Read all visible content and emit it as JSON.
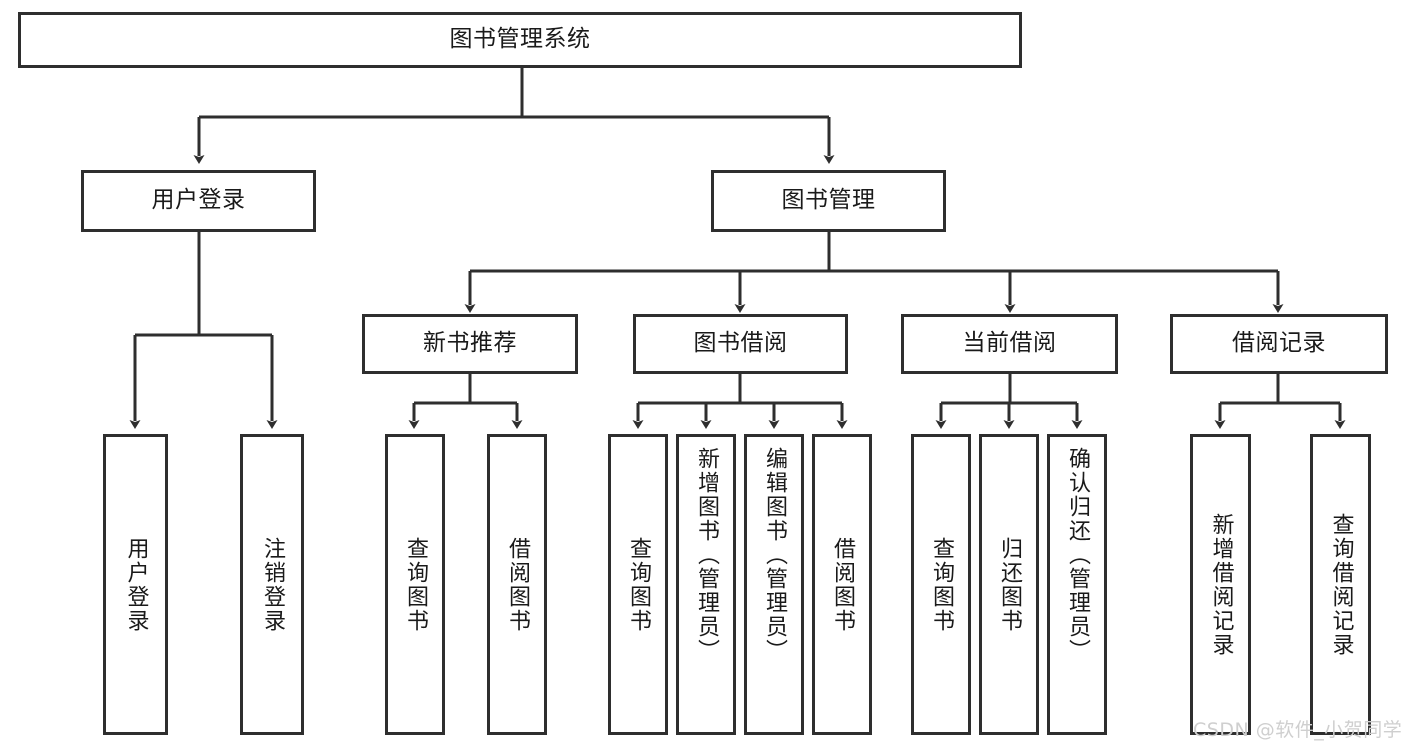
{
  "diagram": {
    "title": "图书管理系统",
    "type": "tree-hierarchy-diagram",
    "colors": {
      "stroke": "#2e2e2e",
      "fill": "#ffffff",
      "text": "#1a1a1a",
      "watermark": "#cfcfcf"
    },
    "root": {
      "label": "图书管理系统"
    },
    "level1": [
      {
        "label": "用户登录"
      },
      {
        "label": "图书管理"
      }
    ],
    "level2": [
      {
        "label": "新书推荐"
      },
      {
        "label": "图书借阅"
      },
      {
        "label": "当前借阅"
      },
      {
        "label": "借阅记录"
      }
    ],
    "leaves": {
      "user_login": [
        {
          "label": "用户登录"
        },
        {
          "label": "注销登录"
        }
      ],
      "new_book_recommend": [
        {
          "label": "查询图书"
        },
        {
          "label": "借阅图书"
        }
      ],
      "book_borrow": [
        {
          "label": "查询图书"
        },
        {
          "label": "新增图书（管理员）"
        },
        {
          "label": "编辑图书（管理员）"
        },
        {
          "label": "借阅图书"
        }
      ],
      "current_borrow": [
        {
          "label": "查询图书"
        },
        {
          "label": "归还图书"
        },
        {
          "label": "确认归还（管理员）"
        }
      ],
      "borrow_record": [
        {
          "label": "新增借阅记录"
        },
        {
          "label": "查询借阅记录"
        }
      ]
    }
  },
  "watermark": {
    "text": "CSDN @软件_小贺同学"
  }
}
